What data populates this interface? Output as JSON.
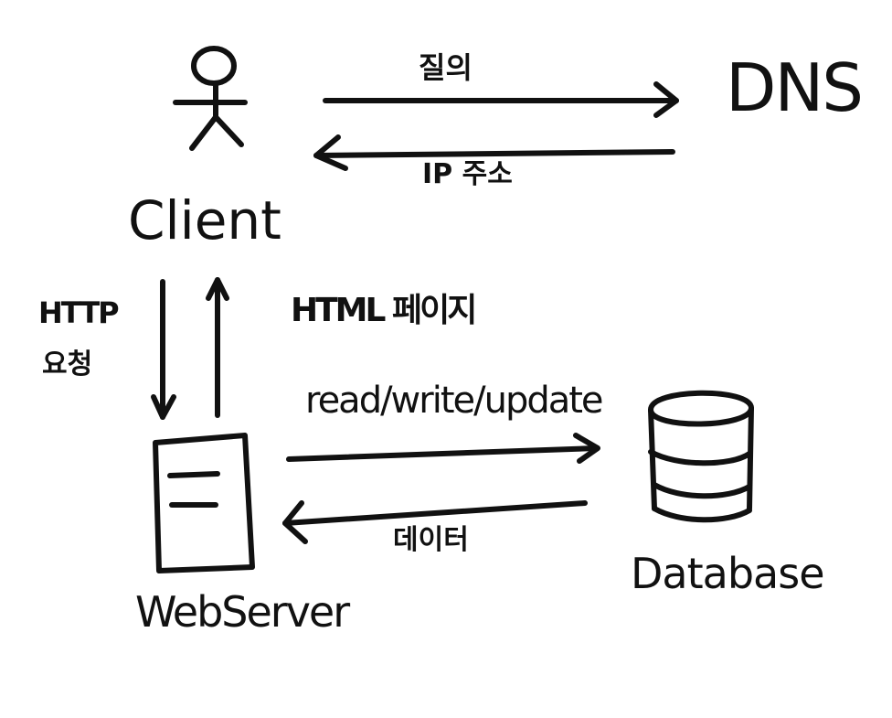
{
  "nodes": {
    "client": "Client",
    "dns": "DNS",
    "web_server": "WebServer",
    "database": "Database"
  },
  "edges": {
    "client_to_dns": "질의",
    "dns_to_client": "IP 주소",
    "client_to_server_line1": "HTTP",
    "client_to_server_line2": "요청",
    "server_to_client": "HTML 페이지",
    "server_to_db": "read/write/update",
    "db_to_server": "데이터"
  },
  "icons": {
    "client": "stick-figure-icon",
    "web_server": "server-icon",
    "database": "database-cylinder-icon"
  },
  "colors": {
    "ink": "#111111",
    "background": "#ffffff"
  }
}
